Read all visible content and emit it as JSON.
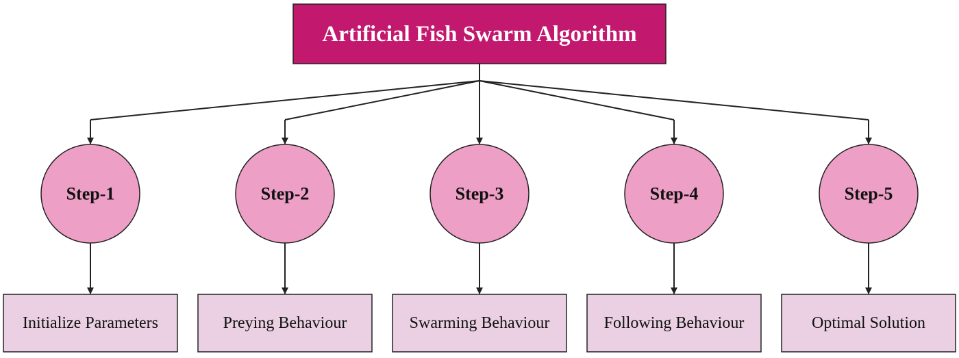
{
  "title": "Artificial Fish Swarm Algorithm",
  "colors": {
    "title_fill": "#C2186E",
    "circle_fill": "#EE9FC6",
    "box_fill": "#EAD0E2",
    "line": "#222222"
  },
  "steps": [
    {
      "label": "Step-1",
      "box": "Initialize Parameters"
    },
    {
      "label": "Step-2",
      "box": "Preying Behaviour"
    },
    {
      "label": "Step-3",
      "box": "Swarming Behaviour"
    },
    {
      "label": "Step-4",
      "box": "Following Behaviour"
    },
    {
      "label": "Step-5",
      "box": "Optimal Solution"
    }
  ]
}
